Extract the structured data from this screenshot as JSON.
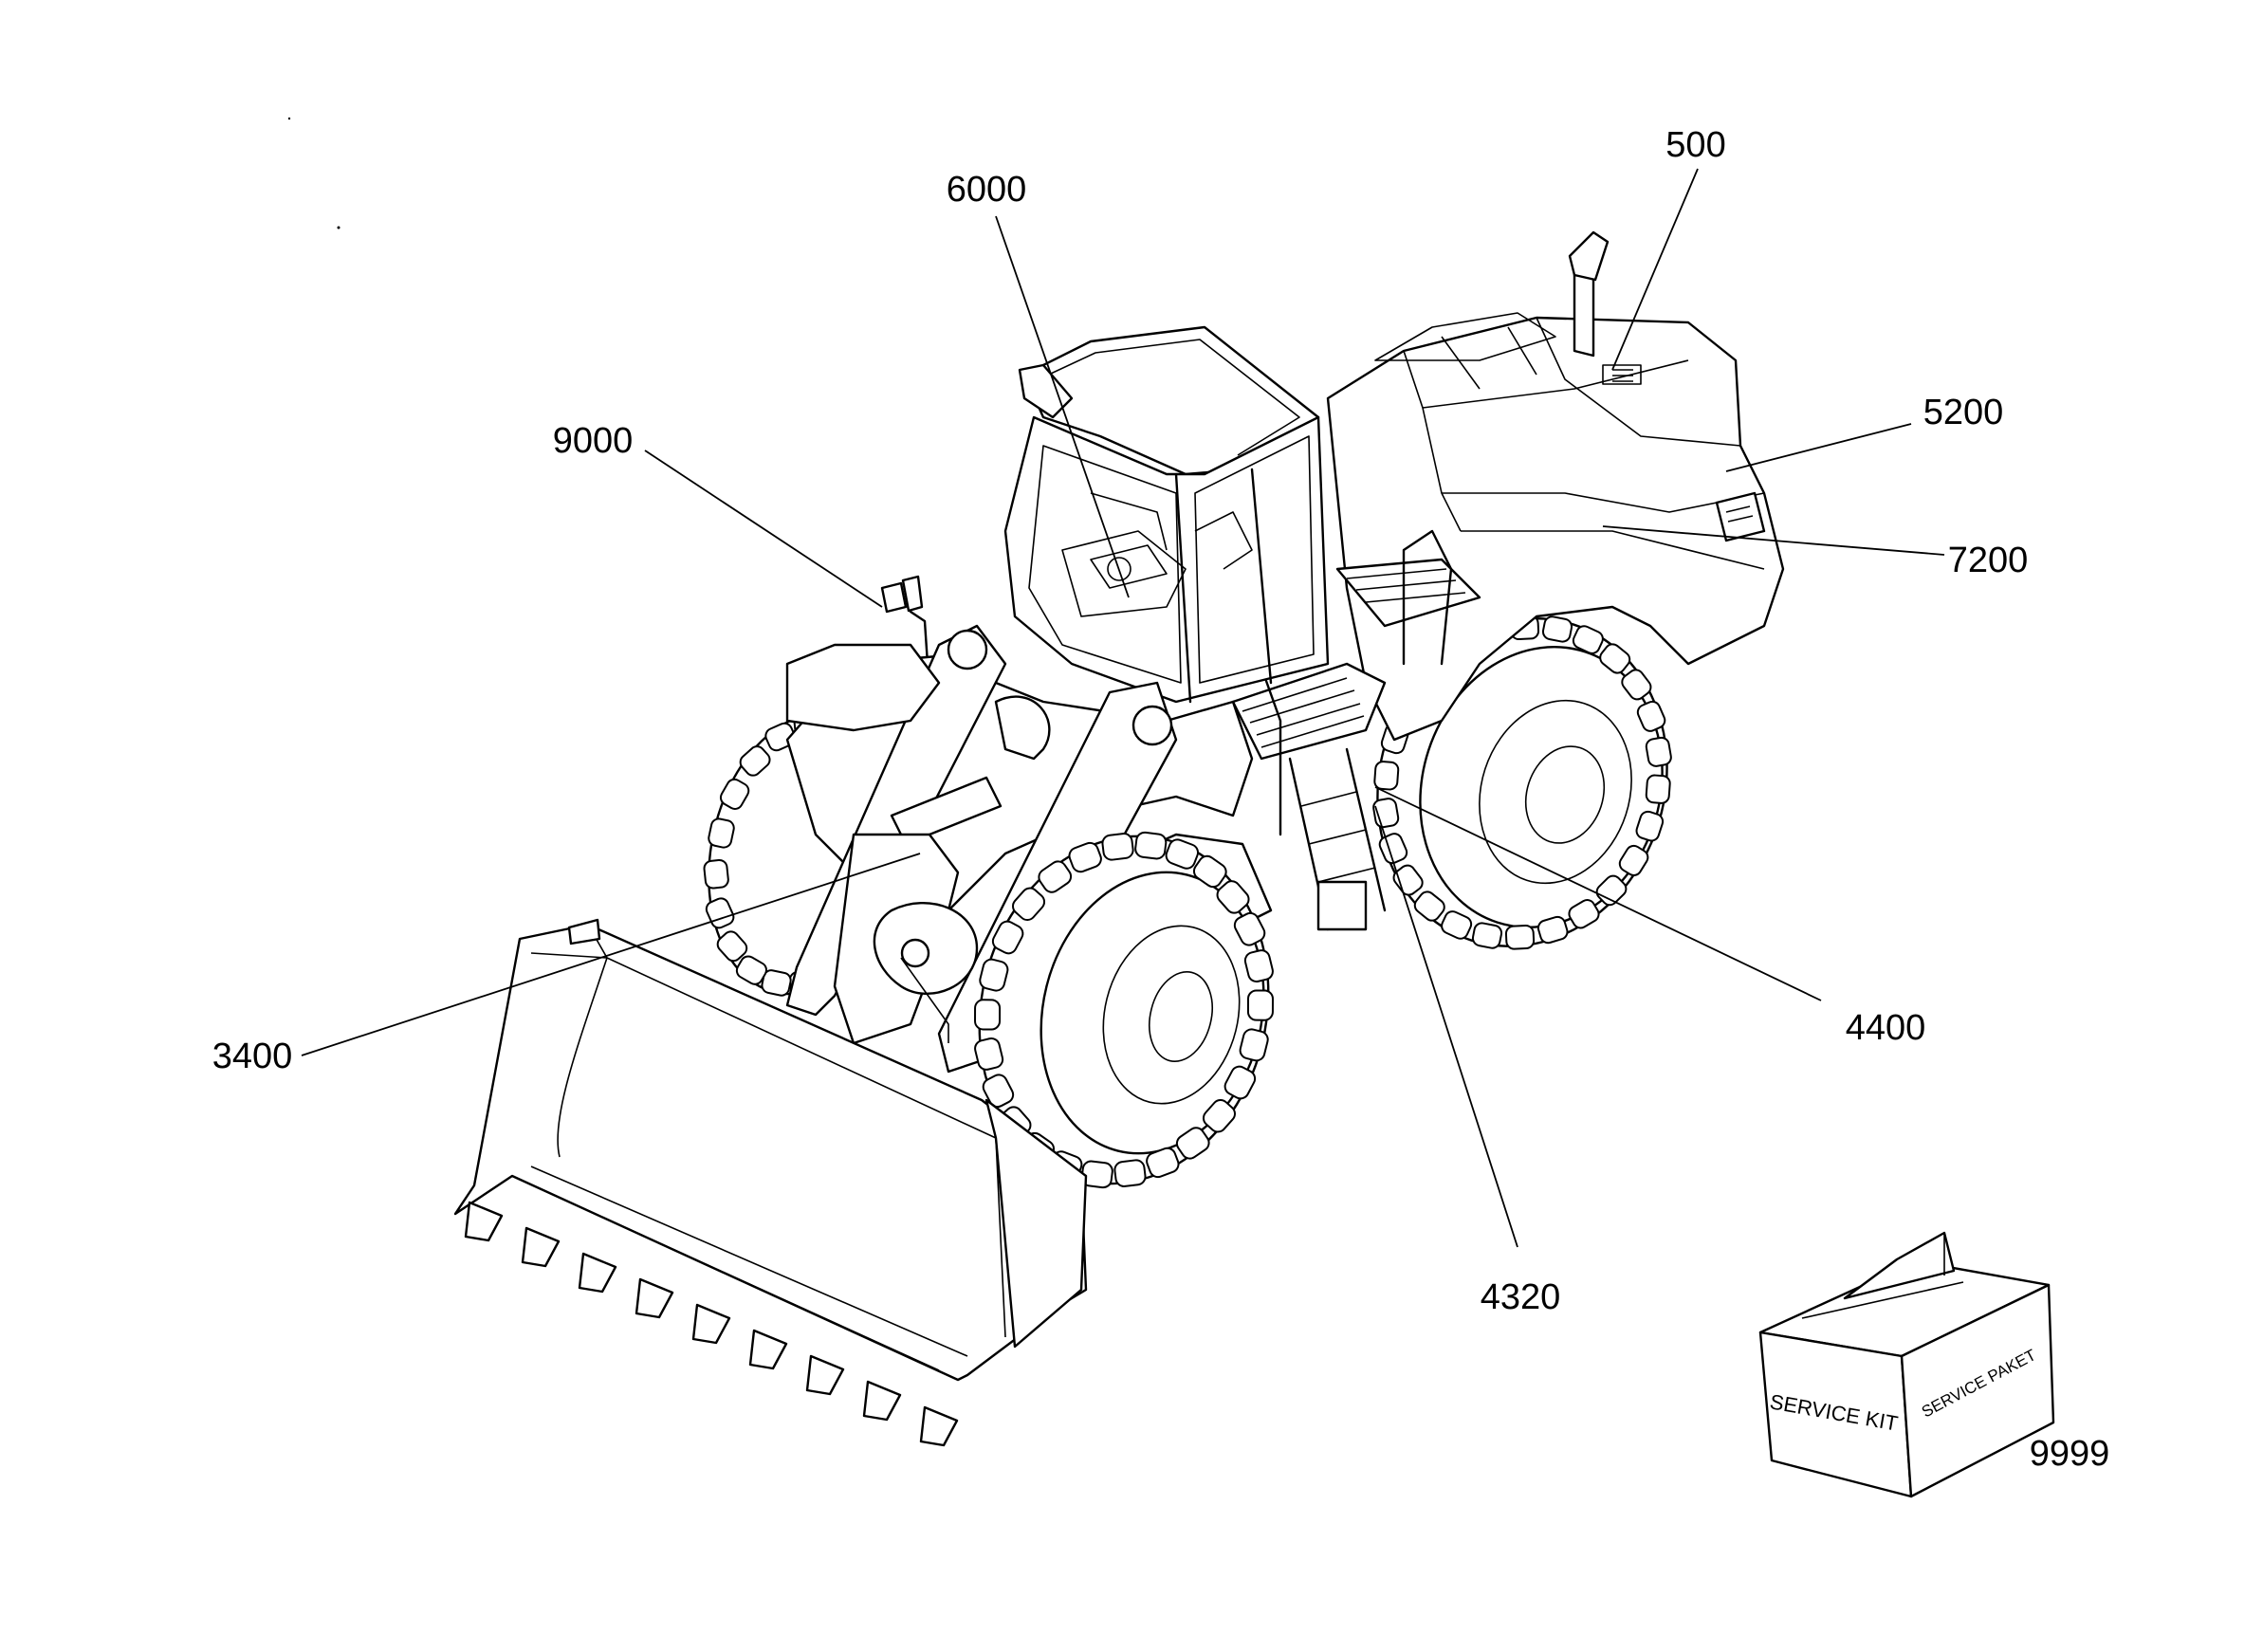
{
  "diagram": {
    "callouts": [
      {
        "id": "c500",
        "text": "500"
      },
      {
        "id": "c6000",
        "text": "6000"
      },
      {
        "id": "c9000",
        "text": "9000"
      },
      {
        "id": "c5200",
        "text": "5200"
      },
      {
        "id": "c7200",
        "text": "7200"
      },
      {
        "id": "c3400",
        "text": "3400"
      },
      {
        "id": "c4400",
        "text": "4400"
      },
      {
        "id": "c4320",
        "text": "4320"
      },
      {
        "id": "c9999",
        "text": "9999"
      }
    ],
    "service_box": {
      "front_label": "SERVICE KIT",
      "side_label": "SERVICE PAKET"
    }
  }
}
